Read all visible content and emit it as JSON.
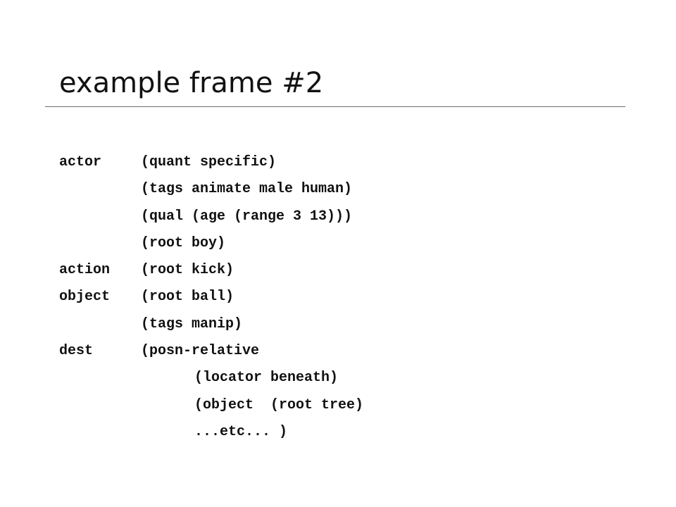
{
  "slide": {
    "title": "example frame #2",
    "frame_lines": [
      {
        "slot": "actor",
        "value": "(quant specific)",
        "indent": 1
      },
      {
        "slot": "",
        "value": "(tags animate male human)",
        "indent": 1
      },
      {
        "slot": "",
        "value": "(qual (age (range 3 13)))",
        "indent": 1
      },
      {
        "slot": "",
        "value": "(root boy)",
        "indent": 1
      },
      {
        "slot": "action",
        "value": "(root kick)",
        "indent": 1
      },
      {
        "slot": "object",
        "value": "(root ball)",
        "indent": 1
      },
      {
        "slot": "",
        "value": "(tags manip)",
        "indent": 1
      },
      {
        "slot": "dest",
        "value": "(posn-relative",
        "indent": 1
      },
      {
        "slot": "",
        "value": "(locator beneath)",
        "indent": 2
      },
      {
        "slot": "",
        "value": "(object  (root tree)",
        "indent": 2
      },
      {
        "slot": "",
        "value": "...etc... )",
        "indent": 2
      }
    ]
  }
}
